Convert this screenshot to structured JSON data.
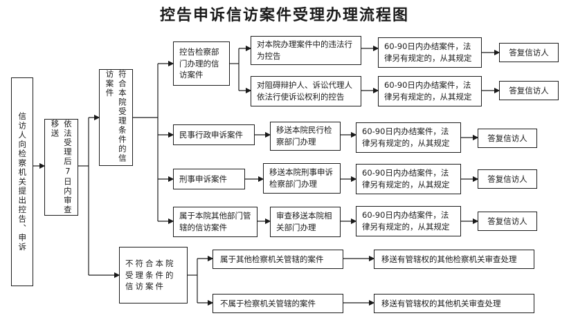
{
  "title": "控告申诉信访案件受理办理流程图",
  "nodes": {
    "start": "信访人向检察机关提出控告、申诉",
    "review": "依法受理后7日内审查移送",
    "accepted": "符合本院受理条件的信访案件",
    "rejected": "不符合本院受理条件的信访案件",
    "ctrl_dept": "控告检察部门办理的信访案件",
    "ctrl_a": "对本院办理案件中的违法行为控告",
    "ctrl_b": "对阻碍辩护人、诉讼代理人依法行使诉讼权利的控告",
    "civil": "民事行政申诉案件",
    "civil_transfer": "移送本院民行检察部门办理",
    "criminal": "刑事申诉案件",
    "criminal_transfer": "移送本院刑事申诉检察部门办理",
    "other_dept": "属于本院其他部门管辖的信访案件",
    "other_transfer": "审查移送本院相关部门办理",
    "other_organ": "属于其他检察机关管辖的案件",
    "other_organ_transfer": "移送有管辖权的其他检察机关审查处理",
    "non_procuratorate": "不属于检察机关管辖的案件",
    "non_procuratorate_transfer": "移送有管辖权的其他机关审查处理",
    "deadline": "60-90日内办结案件，法律另有规定的，从其规定",
    "reply": "答复信访人"
  }
}
